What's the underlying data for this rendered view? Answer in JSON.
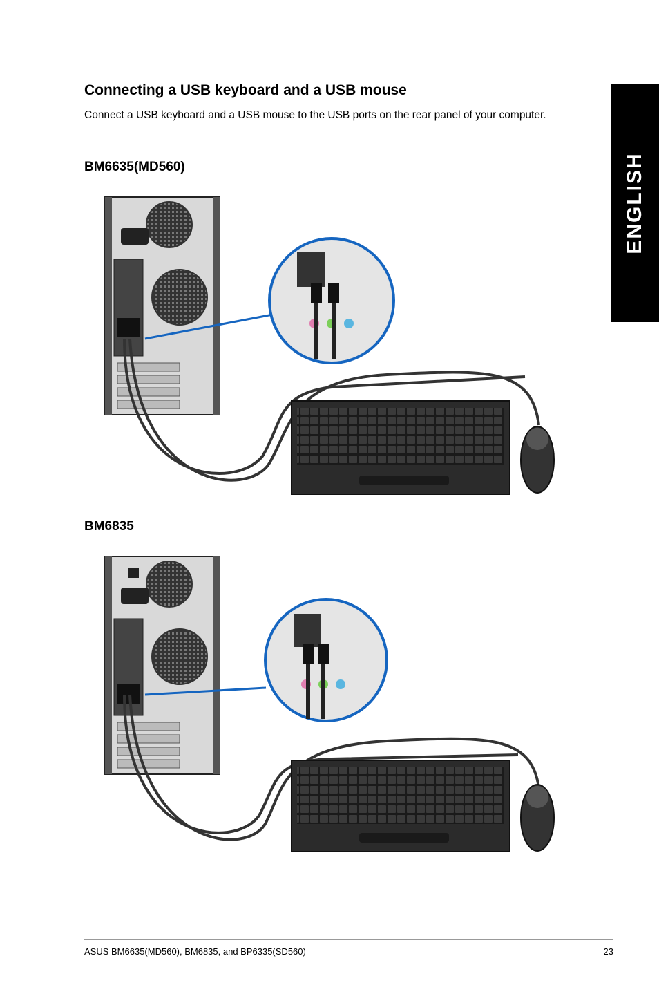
{
  "side_tab": "ENGLISH",
  "section": {
    "title": "Connecting a USB keyboard and a USB mouse",
    "body": "Connect a USB keyboard and a USB mouse to the USB ports on the rear panel of your computer."
  },
  "figures": [
    {
      "model": "BM6635(MD560)"
    },
    {
      "model": "BM6835"
    }
  ],
  "footer": {
    "left": "ASUS BM6635(MD560), BM6835, and BP6335(SD560)",
    "page": "23"
  },
  "colors": {
    "callout_ring": "#1565c0",
    "keyboard": "#2b2b2b",
    "chassis": "#d9d9d9",
    "side_tab": "#000000"
  }
}
